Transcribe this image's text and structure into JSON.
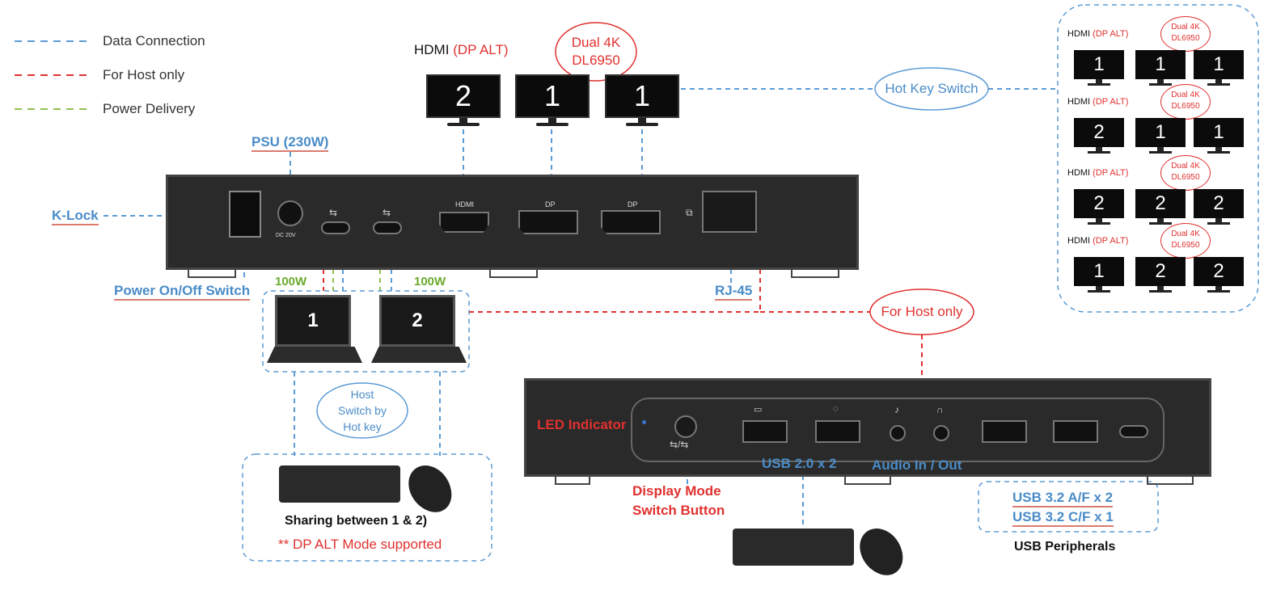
{
  "legend": {
    "data_connection": "Data Connection",
    "for_host_only": "For Host only",
    "power_delivery": "Power Delivery"
  },
  "colors": {
    "data": "#5b9bd5",
    "host": "#e0312f",
    "power": "#92c050"
  },
  "top_monitors": {
    "hdmi_label": "HDMI",
    "dp_alt_label": "(DP ALT)",
    "dual4k_line1": "Dual 4K",
    "dual4k_line2": "DL6950",
    "numbers": [
      "2",
      "1",
      "1"
    ]
  },
  "hot_key_switch": "Hot Key Switch",
  "right_panel": {
    "hdmi_label": "HDMI",
    "dp_alt_label": "(DP ALT)",
    "dual4k_line1": "Dual 4K",
    "dual4k_line2": "DL6950",
    "rows": [
      [
        "1",
        "1",
        "1"
      ],
      [
        "2",
        "1",
        "1"
      ],
      [
        "2",
        "2",
        "2"
      ],
      [
        "1",
        "2",
        "2"
      ]
    ]
  },
  "rear": {
    "psu": "PSU (230W)",
    "k_lock": "K-Lock",
    "dc_label": "DC 20V",
    "hdmi_port": "HDMI",
    "dp_port": "DP",
    "power_switch": "Power On/Off Switch",
    "rj45": "RJ-45",
    "watt1": "100W",
    "watt2": "100W"
  },
  "laptops": [
    "1",
    "2"
  ],
  "host_switch": {
    "line1": "Host",
    "line2": "Switch by",
    "line3": "Hot key"
  },
  "sharing": "Sharing between 1 & 2)",
  "dp_alt_note": "** DP ALT Mode supported",
  "front": {
    "for_host_only": "For Host only",
    "led": "LED Indicator",
    "usb20": "USB 2.0 x 2",
    "audio": "Audio In / Out",
    "display_mode_line1": "Display Mode",
    "display_mode_line2": "Switch Button"
  },
  "usb_peripherals": {
    "usb32a": "USB 3.2 A/F x 2",
    "usb32c": "USB 3.2 C/F x 1",
    "title": "USB Peripherals"
  }
}
